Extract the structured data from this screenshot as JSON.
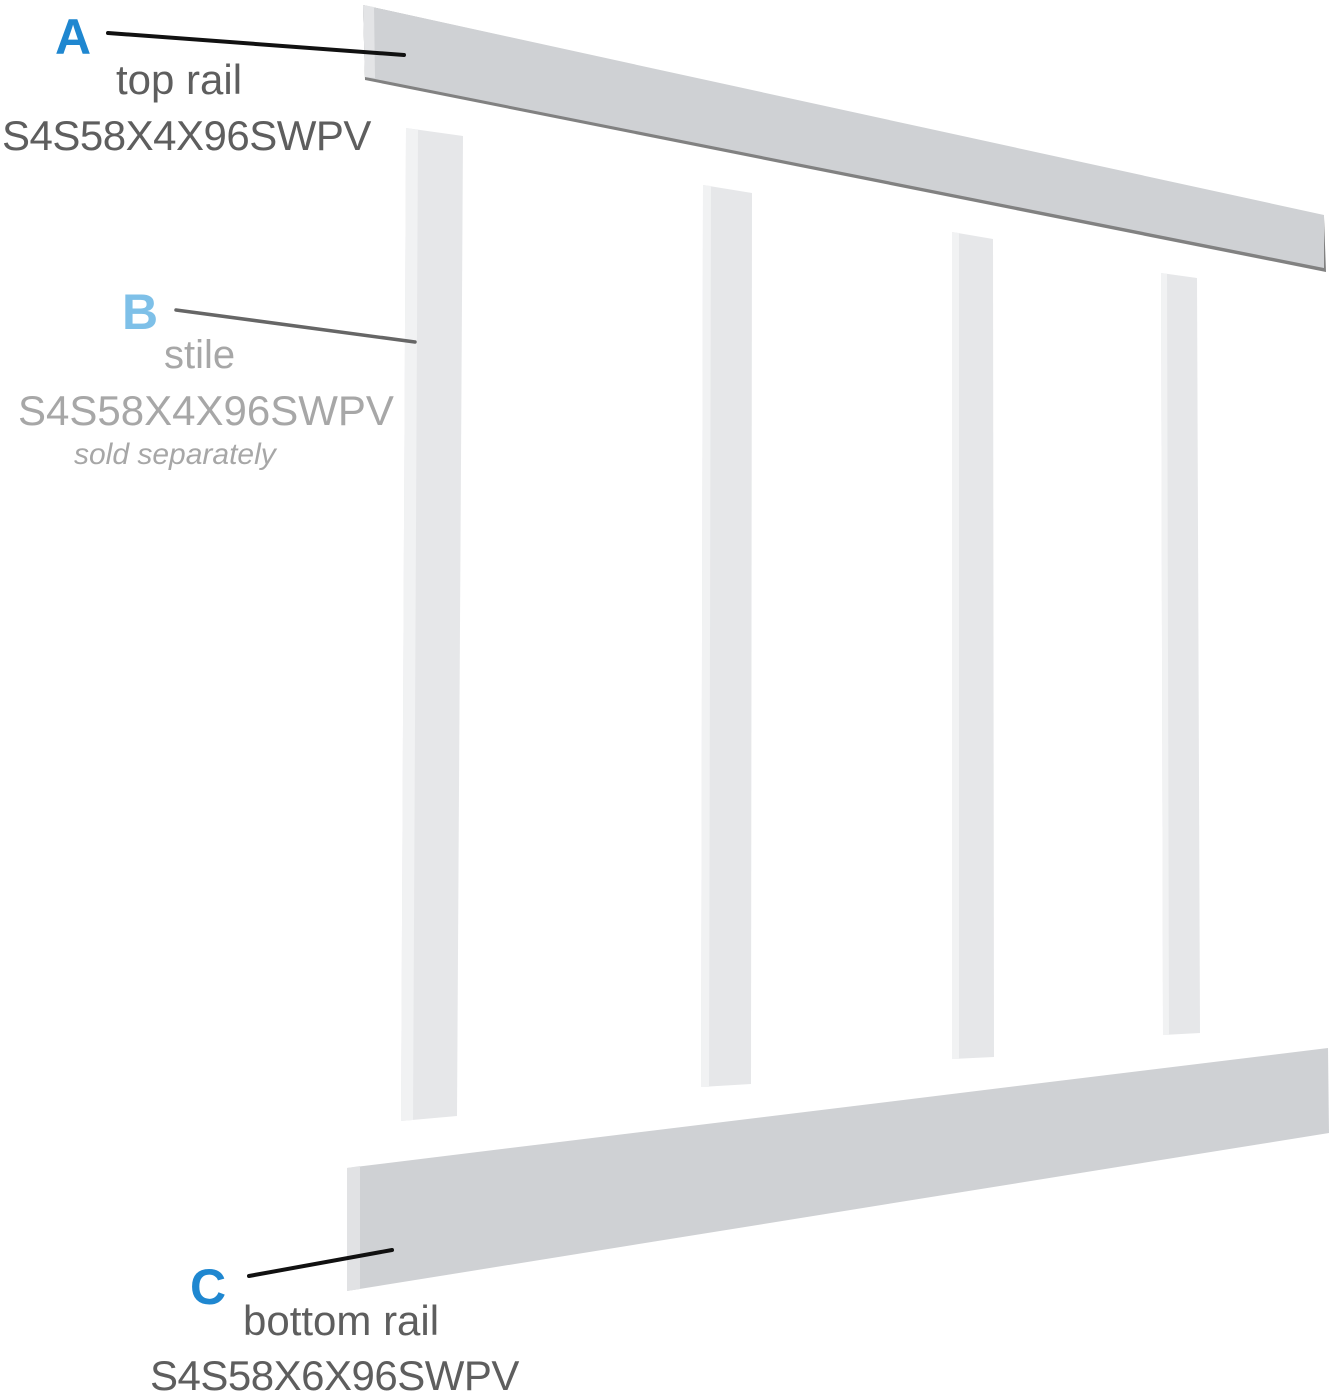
{
  "diagram": {
    "type": "wainscoting-panel-parts",
    "colors": {
      "rail_fill": "#cfd1d4",
      "rail_edge": "#e3e4e6",
      "rail_shadow": "#6b6b6b",
      "stile_fill": "#e6e7e9",
      "stile_edge": "#f1f2f3",
      "callout_a_letter": "#1f87d0",
      "callout_b_letter": "#7ec0e8",
      "callout_c_letter": "#1f87d0",
      "text_dark": "#5e5e5e",
      "text_light": "#a7a7a7",
      "leader_dark": "#111111",
      "leader_light": "#666666"
    }
  },
  "callouts": [
    {
      "letter": "A",
      "part": "top rail",
      "sku": "S4S58X4X96SWPV",
      "note": ""
    },
    {
      "letter": "B",
      "part": "stile",
      "sku": "S4S58X4X96SWPV",
      "note": "sold separately"
    },
    {
      "letter": "C",
      "part": "bottom rail",
      "sku": "S4S58X6X96SWPV",
      "note": ""
    }
  ]
}
